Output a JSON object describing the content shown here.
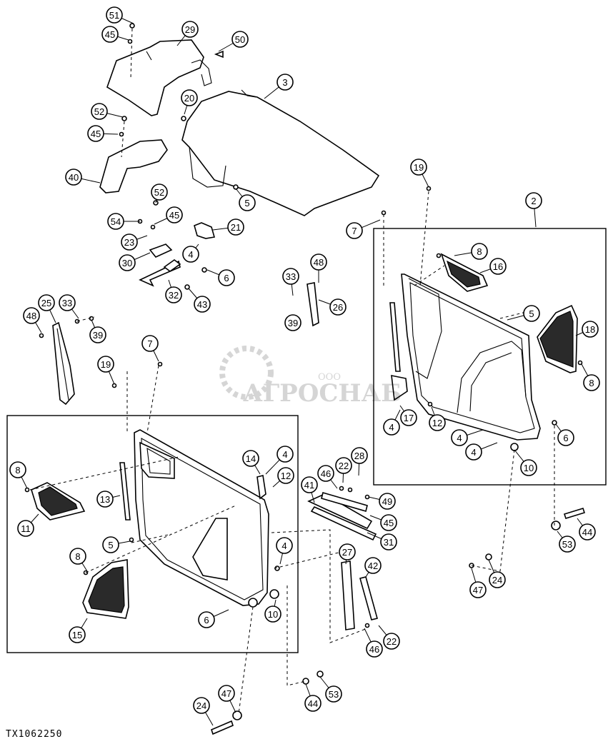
{
  "figure": {
    "reference_code": "TX1062250"
  },
  "watermark": {
    "brand": "АГРОСНАБ",
    "prefix": "ООО"
  },
  "callouts": [
    {
      "label": "51"
    },
    {
      "label": "45"
    },
    {
      "label": "29"
    },
    {
      "label": "50"
    },
    {
      "label": "3"
    },
    {
      "label": "20"
    },
    {
      "label": "52"
    },
    {
      "label": "45"
    },
    {
      "label": "40"
    },
    {
      "label": "5"
    },
    {
      "label": "52"
    },
    {
      "label": "54"
    },
    {
      "label": "45"
    },
    {
      "label": "23"
    },
    {
      "label": "21"
    },
    {
      "label": "4"
    },
    {
      "label": "30"
    },
    {
      "label": "6"
    },
    {
      "label": "32"
    },
    {
      "label": "43"
    },
    {
      "label": "19"
    },
    {
      "label": "2"
    },
    {
      "label": "7"
    },
    {
      "label": "8"
    },
    {
      "label": "16"
    },
    {
      "label": "48"
    },
    {
      "label": "33"
    },
    {
      "label": "26"
    },
    {
      "label": "39"
    },
    {
      "label": "5"
    },
    {
      "label": "18"
    },
    {
      "label": "8"
    },
    {
      "label": "4"
    },
    {
      "label": "17"
    },
    {
      "label": "12"
    },
    {
      "label": "6"
    },
    {
      "label": "4"
    },
    {
      "label": "4"
    },
    {
      "label": "10"
    },
    {
      "label": "25"
    },
    {
      "label": "33"
    },
    {
      "label": "48"
    },
    {
      "label": "39"
    },
    {
      "label": "7"
    },
    {
      "label": "19"
    },
    {
      "label": "8"
    },
    {
      "label": "13"
    },
    {
      "label": "14"
    },
    {
      "label": "4"
    },
    {
      "label": "12"
    },
    {
      "label": "11"
    },
    {
      "label": "41"
    },
    {
      "label": "46"
    },
    {
      "label": "22"
    },
    {
      "label": "28"
    },
    {
      "label": "49"
    },
    {
      "label": "45"
    },
    {
      "label": "31"
    },
    {
      "label": "5"
    },
    {
      "label": "4"
    },
    {
      "label": "8"
    },
    {
      "label": "27"
    },
    {
      "label": "42"
    },
    {
      "label": "10"
    },
    {
      "label": "6"
    },
    {
      "label": "15"
    },
    {
      "label": "46"
    },
    {
      "label": "22"
    },
    {
      "label": "47"
    },
    {
      "label": "24"
    },
    {
      "label": "44"
    },
    {
      "label": "53"
    },
    {
      "label": "24"
    },
    {
      "label": "47"
    },
    {
      "label": "44"
    },
    {
      "label": "53"
    }
  ]
}
